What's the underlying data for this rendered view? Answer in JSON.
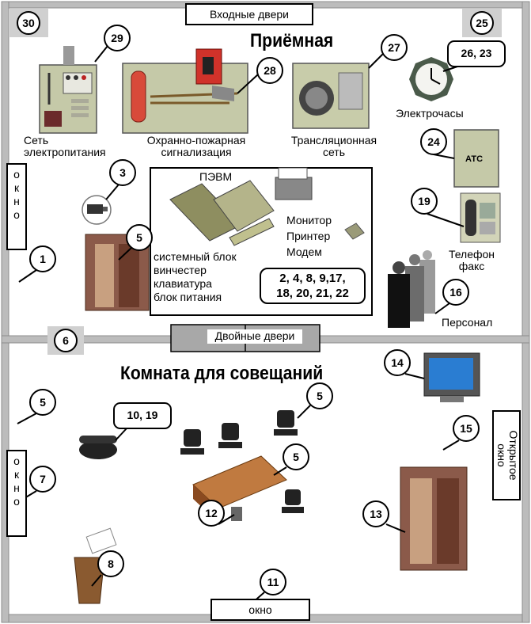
{
  "rooms": {
    "reception_title": "Приёмная",
    "meeting_title": "Комната для совещаний"
  },
  "doors": {
    "entrance": "Входные двери",
    "double": "Двойные двери"
  },
  "windows": {
    "left_top": [
      "о",
      "к",
      "н",
      "о"
    ],
    "left_bottom": [
      "о",
      "к",
      "н",
      "о"
    ],
    "bottom": "окно",
    "open_window": [
      "Открытое",
      "окно"
    ]
  },
  "corner_numbers": {
    "top_left": "30",
    "top_right": "25",
    "divider_left": "6"
  },
  "equipment": {
    "power": {
      "num": "29",
      "line1": "Сеть",
      "line2": "электропитания"
    },
    "fire": {
      "num": "28",
      "line1": "Охранно-пожарная",
      "line2": "сигнализация"
    },
    "broadcast": {
      "num": "27",
      "line1": "Трансляционная",
      "line2": "сеть"
    },
    "clock": {
      "num": "26, 23",
      "label": "Электрочасы"
    },
    "pbx": {
      "num": "24",
      "label": "АТС"
    },
    "phone": {
      "num": "19",
      "line1": "Телефон",
      "line2": "факс"
    },
    "staff": {
      "num": "16",
      "label": "Персонал"
    },
    "camera": {
      "num": "3"
    },
    "cabinet_top": {
      "num": "5"
    },
    "window_top_left": {
      "num": "1"
    }
  },
  "pc_box": {
    "title": "ПЭВМ",
    "right_items": [
      "Монитор",
      "Принтер",
      "Модем"
    ],
    "left_items": [
      "системный блок",
      "винчестер",
      "клавиатура",
      "блок питания"
    ],
    "numbers_line1": "2, 4, 8,  9,17,",
    "numbers_line2": "18, 20, 21, 22"
  },
  "meeting": {
    "tv": {
      "num": "14"
    },
    "open_window_num": "15",
    "wall_left_num": "5",
    "window_left_num": "7",
    "phone_num": "10, 19",
    "chair_num": "5",
    "table_num": "5",
    "device_num": "12",
    "cabinet_num": "13",
    "bin_num": "8",
    "window_bottom_num": "11"
  }
}
